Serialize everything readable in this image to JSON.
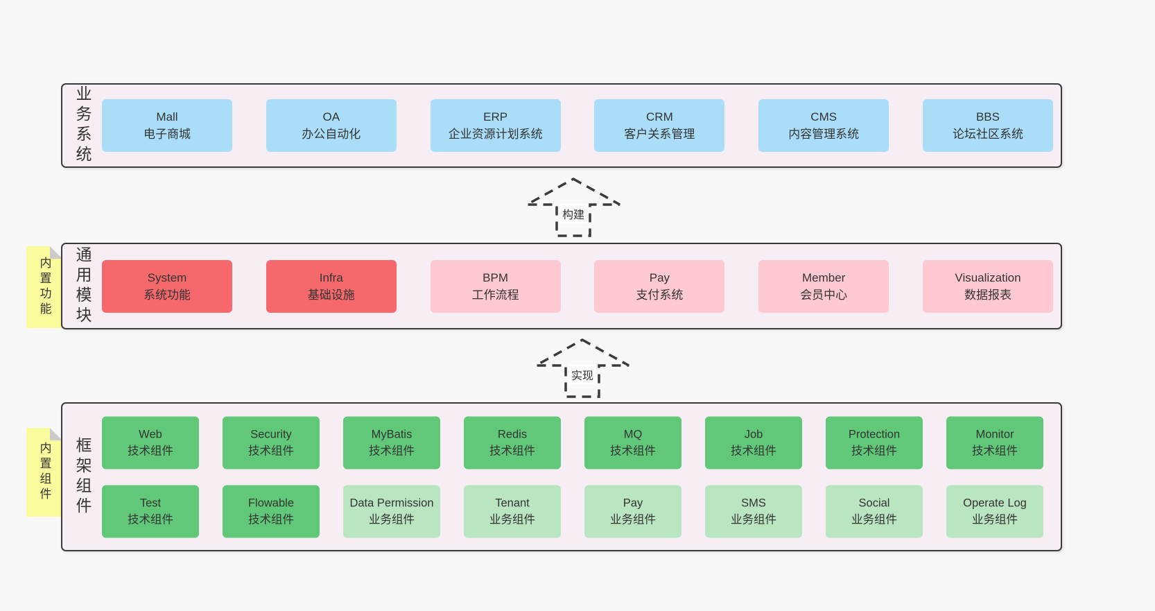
{
  "colors": {
    "page_bg": "#f8f8f8",
    "container_bg": "#f6edf5",
    "container_border": "#3a3a3a",
    "box_blue": "#aadef8",
    "box_red": "#f5696c",
    "box_pink": "#ffc9d2",
    "box_green": "#60c878",
    "box_light_green": "#b9e5c1",
    "note_yellow": "#f9fb9c",
    "note_fold_gray": "#cbcbcb",
    "text": "#333333"
  },
  "layers": {
    "business": {
      "label": "业务系统",
      "boxes": [
        {
          "name": "Mall",
          "desc": "电子商城"
        },
        {
          "name": "OA",
          "desc": "办公自动化"
        },
        {
          "name": "ERP",
          "desc": "企业资源计划系统"
        },
        {
          "name": "CRM",
          "desc": "客户关系管理"
        },
        {
          "name": "CMS",
          "desc": "内容管理系统"
        },
        {
          "name": "BBS",
          "desc": "论坛社区系统"
        }
      ]
    },
    "modules": {
      "label": "通用模块",
      "note": "内置功能",
      "boxes": [
        {
          "name": "System",
          "desc": "系统功能"
        },
        {
          "name": "Infra",
          "desc": "基础设施"
        },
        {
          "name": "BPM",
          "desc": "工作流程"
        },
        {
          "name": "Pay",
          "desc": "支付系统"
        },
        {
          "name": "Member",
          "desc": "会员中心"
        },
        {
          "name": "Visualization",
          "desc": "数据报表"
        }
      ]
    },
    "components": {
      "label": "框架组件",
      "note": "内置组件",
      "rows": [
        [
          {
            "name": "Web",
            "desc": "技术组件"
          },
          {
            "name": "Security",
            "desc": "技术组件"
          },
          {
            "name": "MyBatis",
            "desc": "技术组件"
          },
          {
            "name": "Redis",
            "desc": "技术组件"
          },
          {
            "name": "MQ",
            "desc": "技术组件"
          },
          {
            "name": "Job",
            "desc": "技术组件"
          },
          {
            "name": "Protection",
            "desc": "技术组件"
          },
          {
            "name": "Monitor",
            "desc": "技术组件"
          }
        ],
        [
          {
            "name": "Test",
            "desc": "技术组件"
          },
          {
            "name": "Flowable",
            "desc": "技术组件"
          },
          {
            "name": "Data Permission",
            "desc": "业务组件"
          },
          {
            "name": "Tenant",
            "desc": "业务组件"
          },
          {
            "name": "Pay",
            "desc": "业务组件"
          },
          {
            "name": "SMS",
            "desc": "业务组件"
          },
          {
            "name": "Social",
            "desc": "业务组件"
          },
          {
            "name": "Operate Log",
            "desc": "业务组件"
          }
        ]
      ]
    }
  },
  "arrows": {
    "build": {
      "label": "构建"
    },
    "implement": {
      "label": "实现"
    }
  }
}
